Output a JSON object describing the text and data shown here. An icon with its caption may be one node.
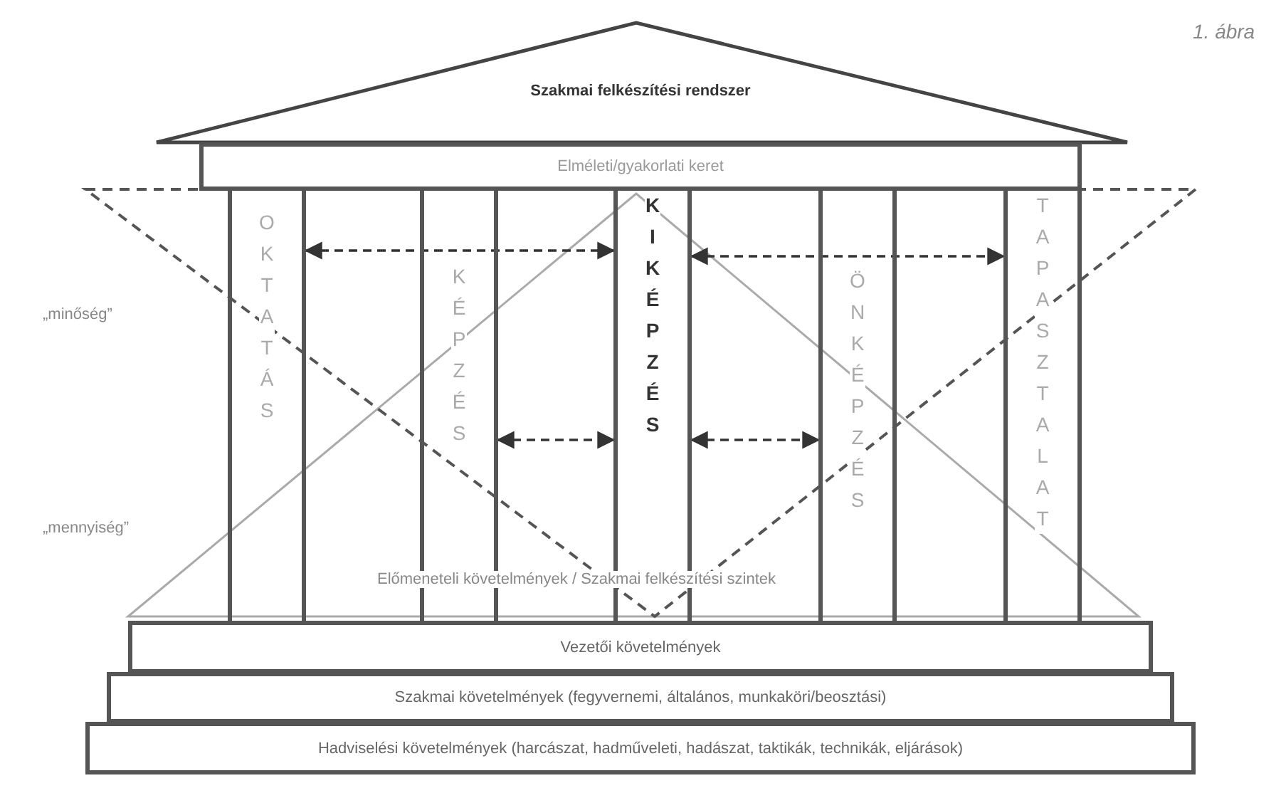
{
  "diagram": {
    "nodes": [
      {
        "text": [
          "Szakmai felkészítési rendszer"
        ]
      },
      {
        "text": [
          "Elméleti/gyakorlati keret"
        ]
      },
      {
        "text": [
          "OKTATÁS"
        ]
      },
      {
        "text": [
          "KÉPZÉS"
        ]
      },
      {
        "text": [
          "KIKÉPZÉS"
        ]
      },
      {
        "text": [
          "ÖNKÉPZÉS"
        ]
      },
      {
        "text": [
          "TAPASZTALAT"
        ]
      },
      {
        "text": [
          "Vezetői követelmények"
        ]
      },
      {
        "text": [
          "Szakmai követelmények (fegyvernemi, általános, munkaköri/beosztási)"
        ]
      },
      {
        "text": [
          "Hadviselési követelmények (harcászat, hadműveleti, hadászat, taktikák, technikák, eljárások)"
        ]
      }
    ],
    "edges": [
      {
        "from": 2,
        "to": 4,
        "arrow": "both",
        "style": "dashed"
      },
      {
        "from": 4,
        "to": 6,
        "arrow": "both",
        "style": "dashed"
      },
      {
        "from": 3,
        "to": 4,
        "arrow": "both",
        "style": "dashed"
      },
      {
        "from": 4,
        "to": 5,
        "arrow": "both",
        "style": "dashed"
      }
    ],
    "labels": [
      "1. ábra",
      "„minőség”",
      "„mennyiség”",
      "Előmeneteli követelmények / Szakmai felkészítési szintek"
    ]
  }
}
